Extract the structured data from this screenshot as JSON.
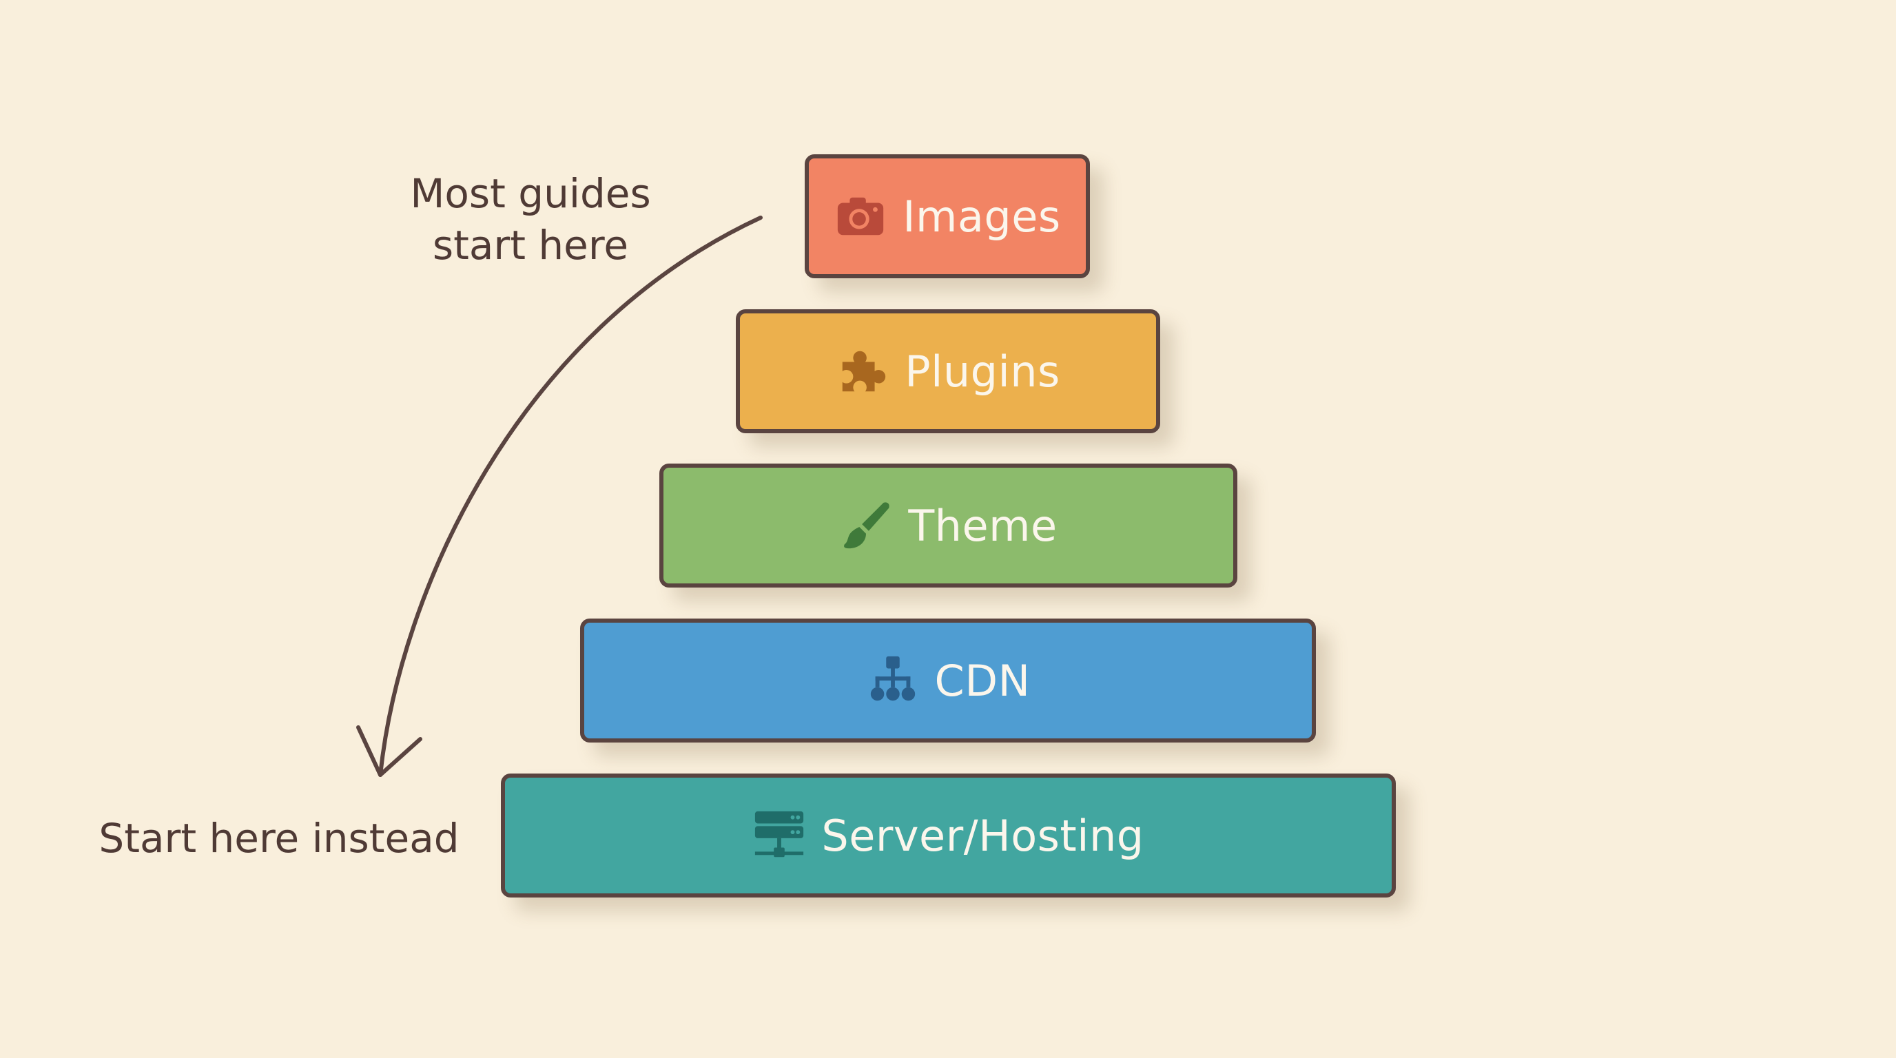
{
  "diagram": {
    "notes": {
      "top": [
        "Most guides",
        "start here"
      ],
      "bottom": "Start here instead"
    },
    "layers": [
      {
        "label": "Images",
        "icon": "camera-icon",
        "color": "#f28464"
      },
      {
        "label": "Plugins",
        "icon": "puzzle-piece-icon",
        "color": "#ecb04d"
      },
      {
        "label": "Theme",
        "icon": "paintbrush-icon",
        "color": "#8cbb6c"
      },
      {
        "label": "CDN",
        "icon": "network-icon",
        "color": "#4f9dd2"
      },
      {
        "label": "Server/Hosting",
        "icon": "server-icon",
        "color": "#42a6a0"
      }
    ],
    "colors": {
      "background": "#f9efdc",
      "outline": "#5a4440",
      "label_text": "#fbf6ec",
      "note_text": "#4f3a35"
    }
  }
}
